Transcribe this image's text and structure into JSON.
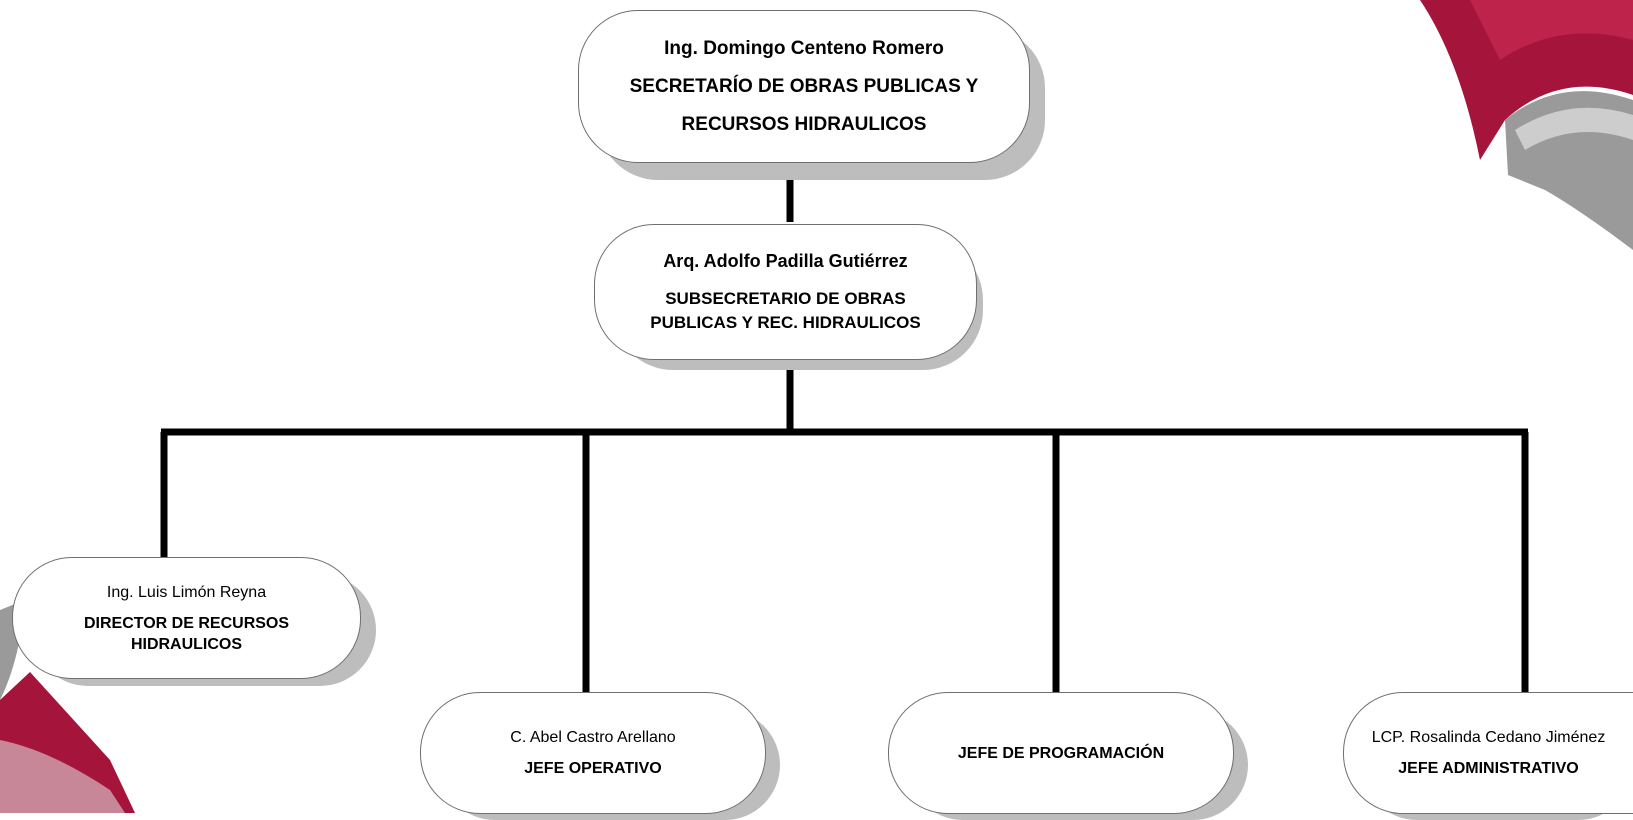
{
  "org_chart": {
    "top": {
      "name": "Ing. Domingo Centeno Romero",
      "role_line1": "SECRETARÍO DE OBRAS PUBLICAS Y",
      "role_line2": "RECURSOS HIDRAULICOS"
    },
    "sub": {
      "name": "Arq. Adolfo Padilla Gutiérrez",
      "role": "SUBSECRETARIO DE OBRAS PUBLICAS Y REC. HIDRAULICOS"
    },
    "director": {
      "name": "Ing. Luis Limón Reyna",
      "role": "DIRECTOR DE RECURSOS HIDRAULICOS"
    },
    "operativo": {
      "name": "C. Abel Castro Arellano",
      "role": "JEFE OPERATIVO"
    },
    "programacion": {
      "role": "JEFE DE PROGRAMACIÓN"
    },
    "administrativo": {
      "name": "LCP. Rosalinda Cedano Jiménez",
      "role": "JEFE ADMINISTRATIVO"
    }
  },
  "colors": {
    "accent_red": "#a5143a",
    "accent_gray": "#9a9a9a",
    "line": "#000000",
    "shadow": "#bdbdbd"
  }
}
